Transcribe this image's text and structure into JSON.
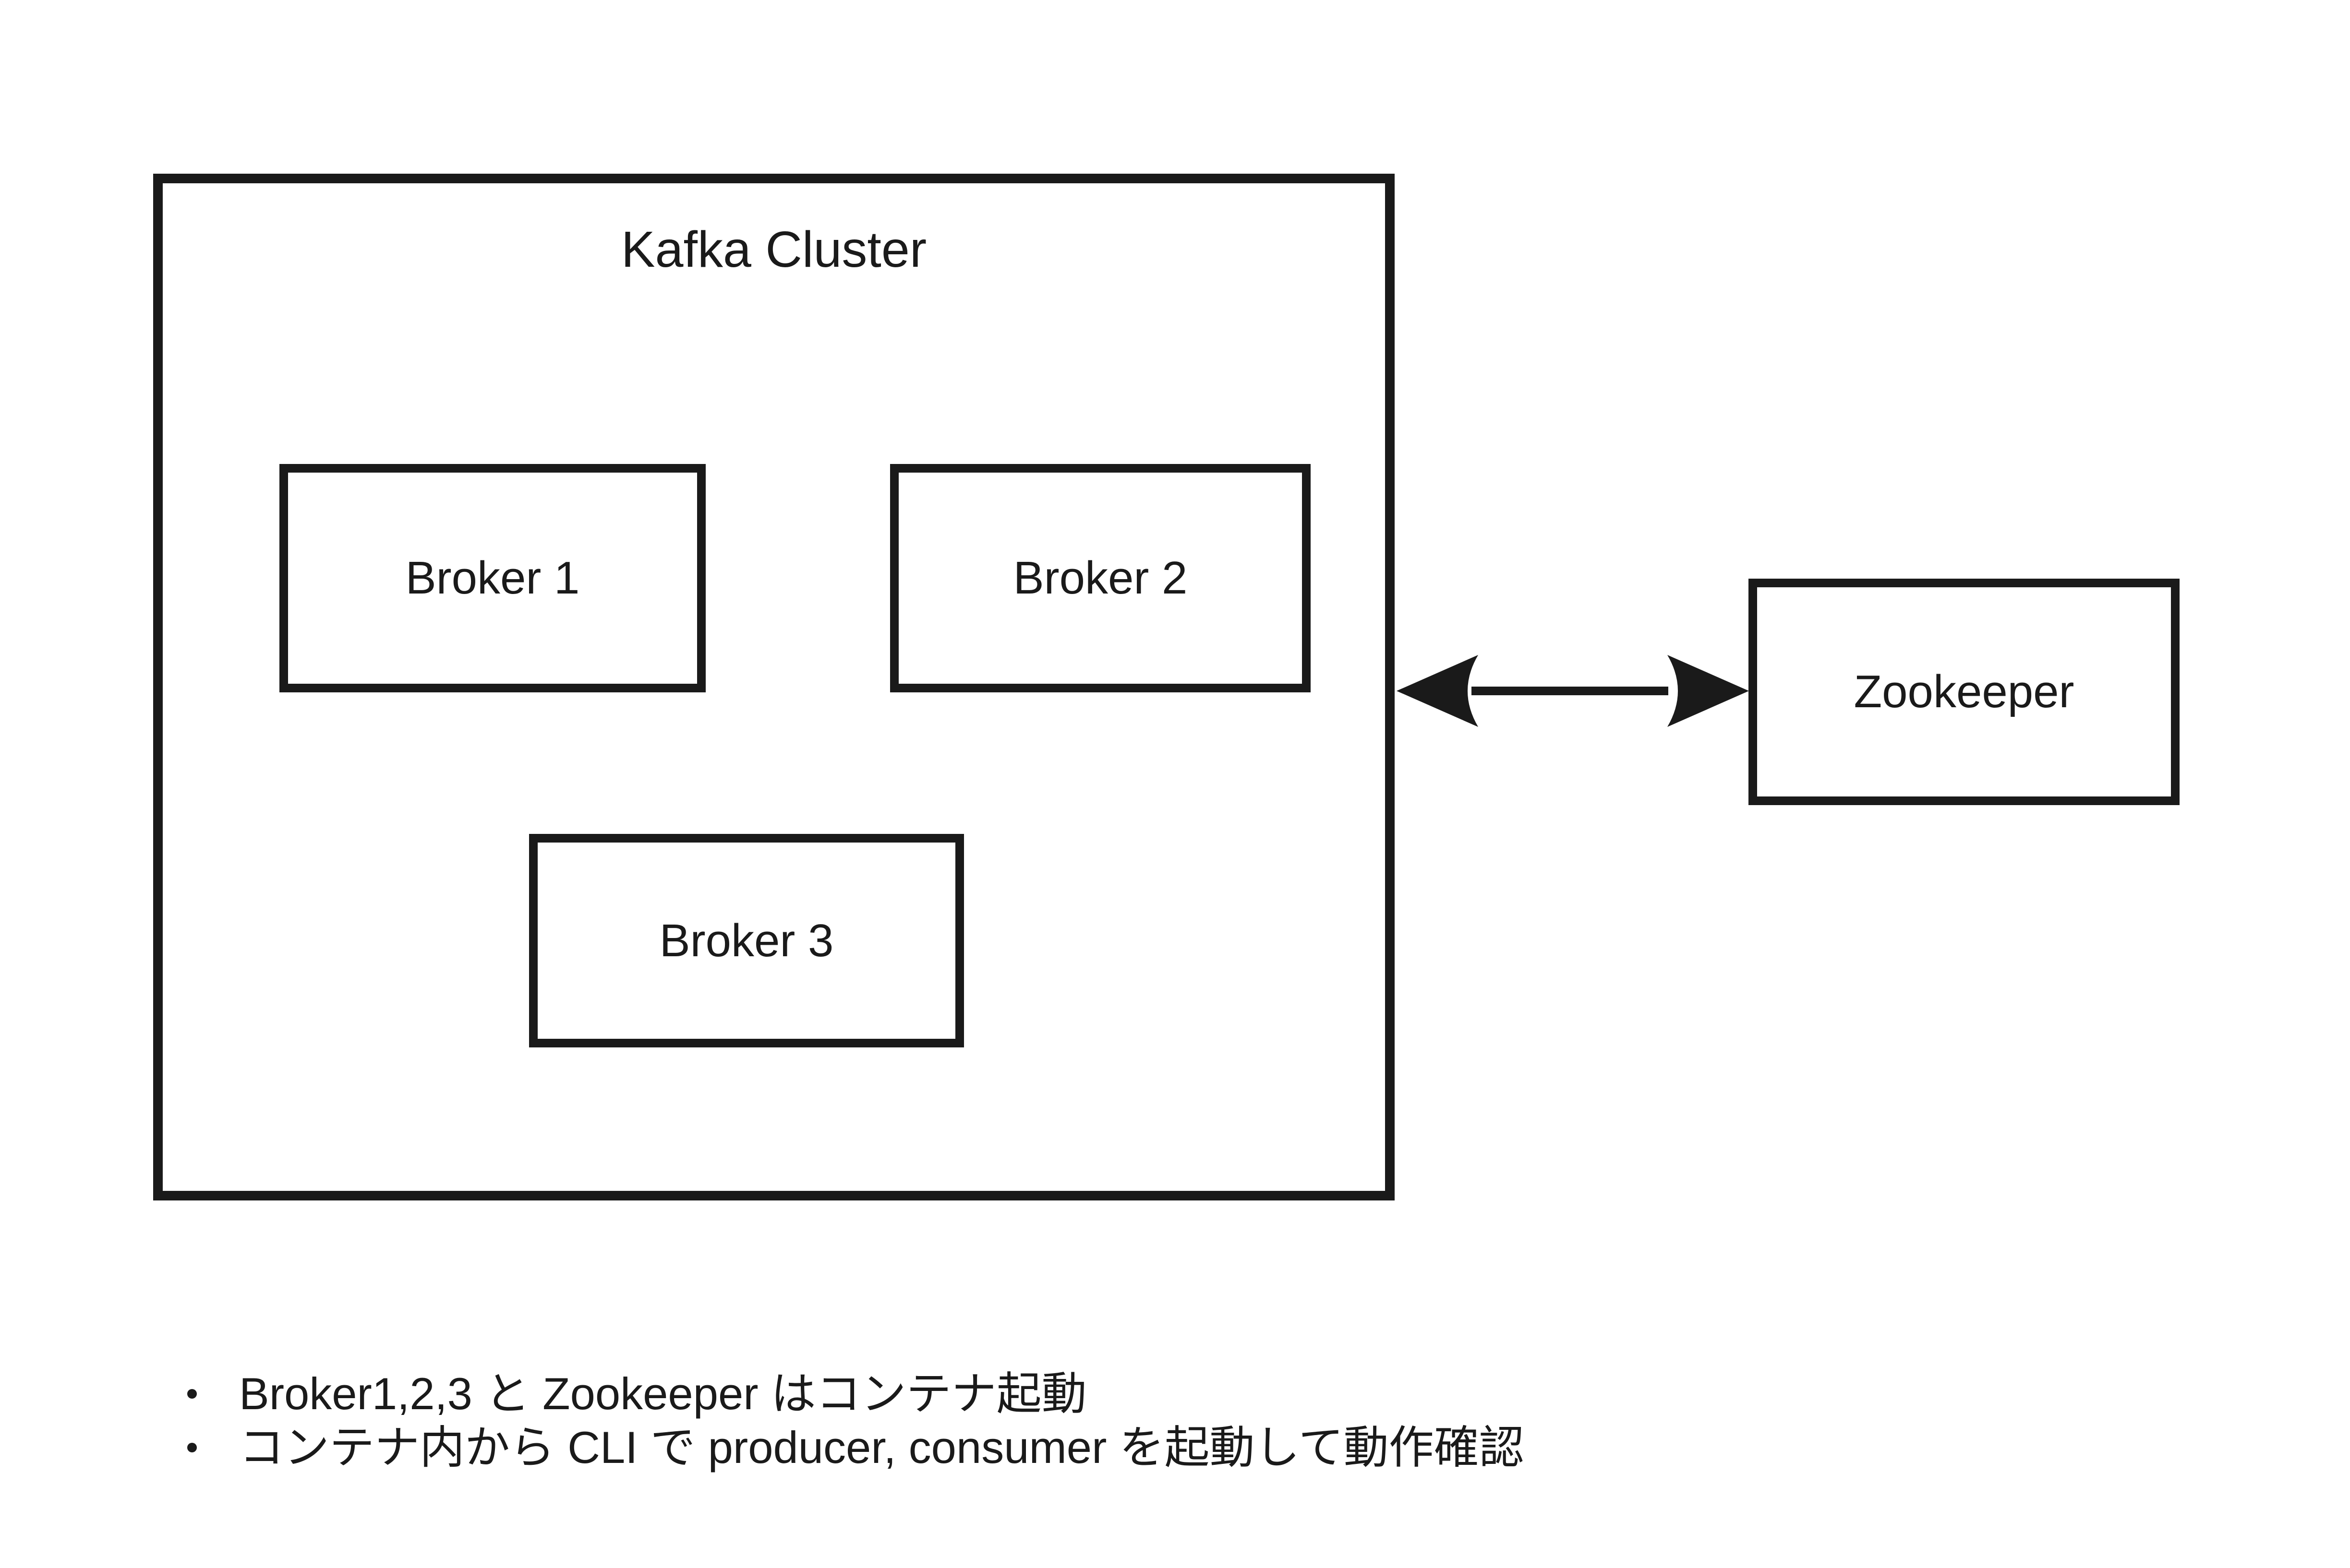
{
  "diagram": {
    "cluster": {
      "title": "Kafka Cluster",
      "brokers": [
        "Broker 1",
        "Broker 2",
        "Broker 3"
      ]
    },
    "zookeeper": {
      "label": "Zookeeper"
    },
    "connection": {
      "type": "bidirectional-arrow",
      "from": "Kafka Cluster",
      "to": "Zookeeper"
    },
    "notes": [
      "Broker1,2,3 と Zookeeper はコンテナ起動",
      "コンテナ内から CLI で producer, consumer を起動して動作確認"
    ],
    "colors": {
      "stroke": "#1a1a1a",
      "background": "#ffffff"
    }
  }
}
